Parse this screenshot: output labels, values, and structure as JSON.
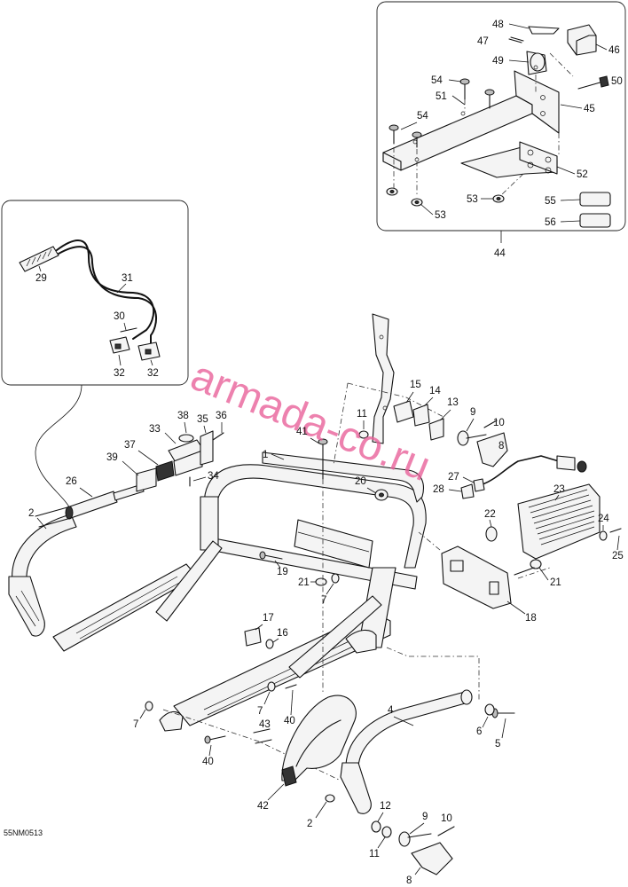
{
  "watermark": "armada-co.ru",
  "drawing_code": "55NM0513",
  "callouts": {
    "c1": "1",
    "c2a": "2",
    "c2b": "2",
    "c4": "4",
    "c5": "5",
    "c6": "6",
    "c7a": "7",
    "c7b": "7",
    "c7c": "7",
    "c8a": "8",
    "c8b": "8",
    "c9a": "9",
    "c9b": "9",
    "c10a": "10",
    "c10b": "10",
    "c11a": "11",
    "c11b": "11",
    "c12": "12",
    "c13": "13",
    "c14": "14",
    "c15": "15",
    "c16": "16",
    "c17": "17",
    "c18": "18",
    "c19": "19",
    "c20": "20",
    "c21a": "21",
    "c21b": "21",
    "c22": "22",
    "c23": "23",
    "c24": "24",
    "c25": "25",
    "c26": "26",
    "c27": "27",
    "c28": "28",
    "c29": "29",
    "c30": "30",
    "c31": "31",
    "c32a": "32",
    "c32b": "32",
    "c33": "33",
    "c34": "34",
    "c35": "35",
    "c36": "36",
    "c37": "37",
    "c38": "38",
    "c39": "39",
    "c40a": "40",
    "c40b": "40",
    "c41": "41",
    "c42": "42",
    "c43": "43",
    "c44": "44",
    "c45": "45",
    "c46": "46",
    "c47": "47",
    "c48": "48",
    "c49": "49",
    "c50": "50",
    "c51": "51",
    "c52": "52",
    "c53a": "53",
    "c53b": "53",
    "c54a": "54",
    "c54b": "54",
    "c55": "55",
    "c56": "56"
  }
}
